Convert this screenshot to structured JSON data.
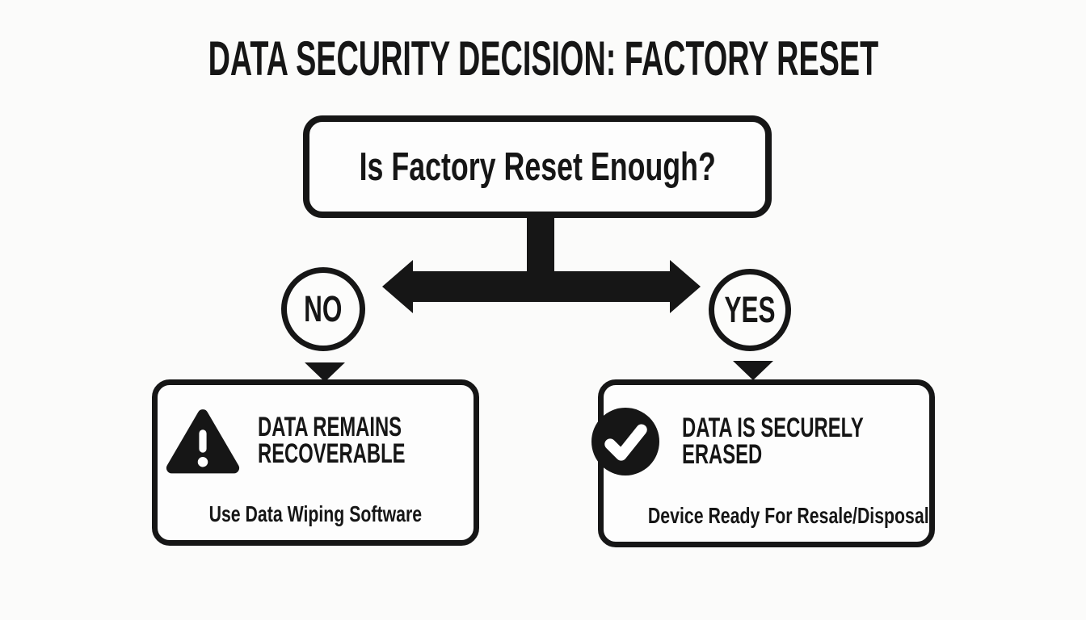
{
  "title": "DATA SECURITY DECISION: FACTORY RESET",
  "decision_box": {
    "question": "Is Factory Reset Enough?"
  },
  "branches": {
    "no": {
      "label": "NO",
      "icon": "warning-triangle-icon",
      "heading_lines": [
        "DATA REMAINS",
        "RECOVERABLE"
      ],
      "subtext": "Use Data Wiping Software"
    },
    "yes": {
      "label": "YES",
      "icon": "check-circle-icon",
      "heading_lines": [
        "DATA IS SECURELY",
        "ERASED"
      ],
      "subtext": "Device Ready For Resale/Disposal"
    }
  },
  "colors": {
    "ink": "#161616",
    "background": "#fbfbfa",
    "box_fill": "#fdfdfd"
  }
}
